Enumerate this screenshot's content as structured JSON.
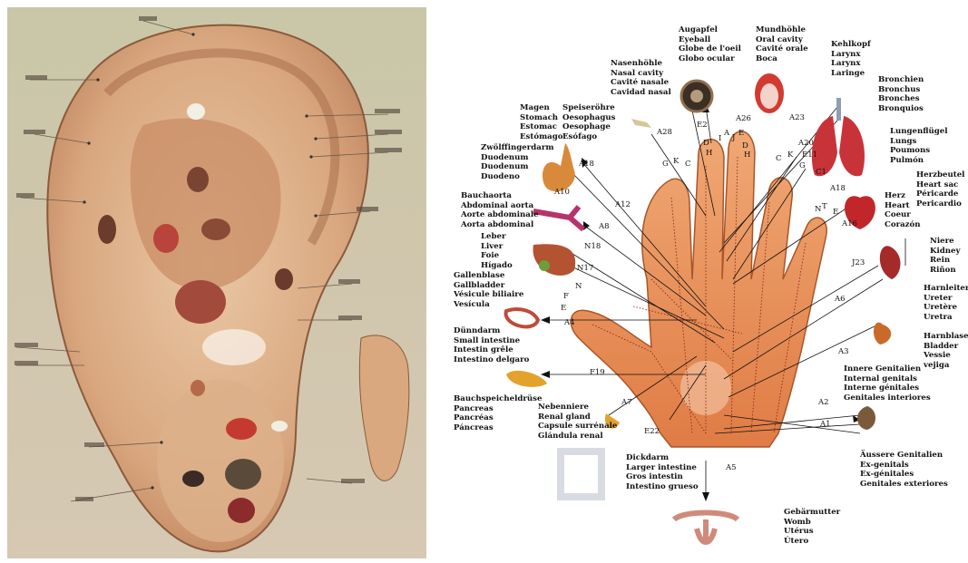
{
  "ear_chart": {
    "legend_lines": [
      "",
      "",
      "",
      ""
    ]
  },
  "hand_chart": {
    "organs": {
      "eyeball": [
        "Augapfel",
        "Eyeball",
        "Globe de l'oeil",
        "Globo ocular"
      ],
      "oral": [
        "Mundhöhle",
        "Oral cavity",
        "Cavité orale",
        "Boca"
      ],
      "larynx": [
        "Kehlkopf",
        "Larynx",
        "Larynx",
        "Laringe"
      ],
      "bronchi": [
        "Bronchien",
        "Bronchus",
        "Bronches",
        "Bronquios"
      ],
      "lungs": [
        "Lungenflügel",
        "Lungs",
        "Poumons",
        "Pulmón"
      ],
      "nasal": [
        "Nasenhöhle",
        "Nasal cavity",
        "Cavité nasale",
        "Cavidad nasal"
      ],
      "stomach": [
        "Magen",
        "Stomach",
        "Estomac",
        "Estómago"
      ],
      "oesophagus": [
        "Speiseröhre",
        "Oesophagus",
        "Oesophage",
        "Esófago"
      ],
      "duodenum": [
        "Zwölffingerdarm",
        "Duodenum",
        "Duodenum",
        "Duodeno"
      ],
      "aorta": [
        "Bauchaorta",
        "Abdominal aorta",
        "Aorte abdominale",
        "Aorta abdominal"
      ],
      "heart_sac": [
        "Herzbeutel",
        "Heart sac",
        "Péricarde",
        "Pericardio"
      ],
      "heart": [
        "Herz",
        "Heart",
        "Coeur",
        "Corazón"
      ],
      "liver": [
        "Leber",
        "Liver",
        "Foie",
        "Hígado"
      ],
      "kidney": [
        "Niere",
        "Kidney",
        "Rein",
        "Riñon"
      ],
      "gallbladder": [
        "Gallenblase",
        "Gallbladder",
        "Vésicule biliaire",
        "Vesícula"
      ],
      "ureter": [
        "Harnleiter",
        "Ureter",
        "Uretère",
        "Uretra"
      ],
      "bladder": [
        "Harnblase",
        "Bladder",
        "Vessie",
        "vejiga"
      ],
      "small_intestine": [
        "Dünndarm",
        "Small intestine",
        "Intestin grêle",
        "Intestino delgaro"
      ],
      "inner_genitals": [
        "Innere Genitalien",
        "Internal genitals",
        "Interne génitales",
        "Genitales interiores"
      ],
      "pancreas": [
        "Bauchspeicheldrüse",
        "Pancreas",
        "Pancréas",
        "Páncreas"
      ],
      "adrenal": [
        "Nebenniere",
        "Renal gland",
        "Capsule surrénale",
        "Glándula renal"
      ],
      "outer_genitals": [
        "Äussere Genitalien",
        "Ex-genitals",
        "Ex-génitales",
        "Genitales exteriores"
      ],
      "large_intestine": [
        "Dickdarm",
        "Larger intestine",
        "Gros intestin",
        "Intestino grueso"
      ],
      "womb": [
        "Gebärmutter",
        "Womb",
        "Utérus",
        "Útero"
      ]
    },
    "codes": {
      "a26": "A26",
      "e2": "E2",
      "a28": "A28",
      "a23": "A23",
      "a20": "A20",
      "e11": "E11",
      "c1": "C1",
      "a18a": "A18",
      "a10": "A10",
      "a12": "A12",
      "a8": "A8",
      "a18b": "A18",
      "a16": "A16",
      "n18": "N18",
      "n17": "N17",
      "j23": "J23",
      "a6": "A6",
      "a4": "A4",
      "a3": "A3",
      "f19": "F19",
      "a2": "A2",
      "a1": "A1",
      "a7": "A7",
      "e22": "E22",
      "a5": "A5",
      "f_l": "F",
      "n_l": "N",
      "e_l": "E",
      "n_r": "N",
      "t_r": "T",
      "e_r": "E",
      "g1": "G",
      "k1": "K",
      "c1f": "C",
      "c2": "C",
      "k2": "K",
      "g2": "G",
      "d1": "D",
      "h1": "H",
      "i1": "I",
      "a1f": "A",
      "j1": "J",
      "e1": "E",
      "d2": "D",
      "h2": "H"
    }
  }
}
